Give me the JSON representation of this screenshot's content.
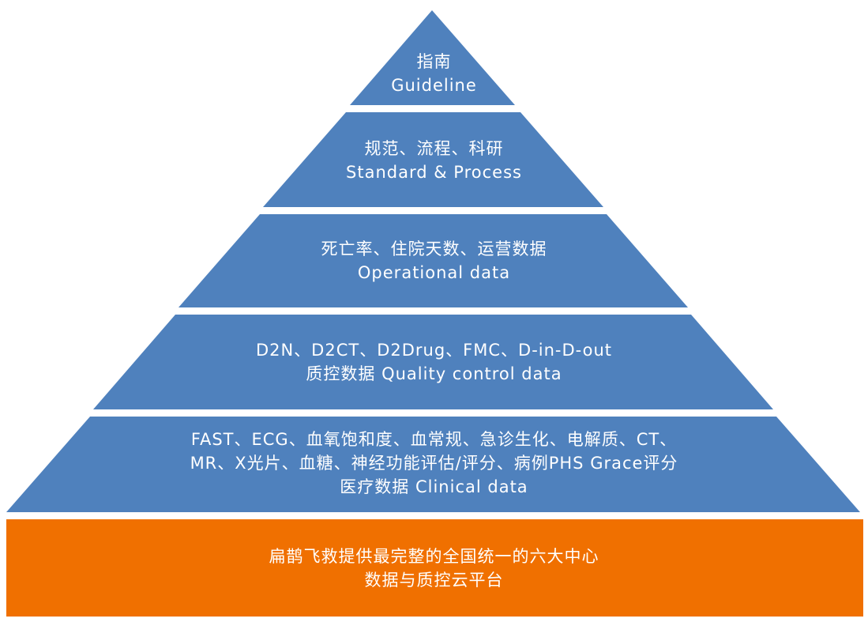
{
  "colors": {
    "pyramid_fill": "#4f81bd",
    "base_fill": "#f07000",
    "text": "#ffffff"
  },
  "pyramid": {
    "layers": [
      {
        "lines": [
          "指南",
          "Guideline"
        ]
      },
      {
        "lines": [
          "规范、流程、科研",
          "Standard & Process"
        ]
      },
      {
        "lines": [
          "死亡率、住院天数、运营数据",
          "Operational data"
        ]
      },
      {
        "lines": [
          "D2N、D2CT、D2Drug、FMC、D-in-D-out",
          "质控数据  Quality control data"
        ]
      },
      {
        "lines": [
          "FAST、ECG、血氧饱和度、血常规、急诊生化、电解质、CT、",
          "MR、X光片、血糖、神经功能评估/评分、病例PHS Grace评分",
          "医疗数据  Clinical data"
        ]
      }
    ]
  },
  "base": {
    "lines": [
      "扁鹊飞救提供最完整的全国统一的六大中心",
      "数据与质控云平台"
    ]
  }
}
